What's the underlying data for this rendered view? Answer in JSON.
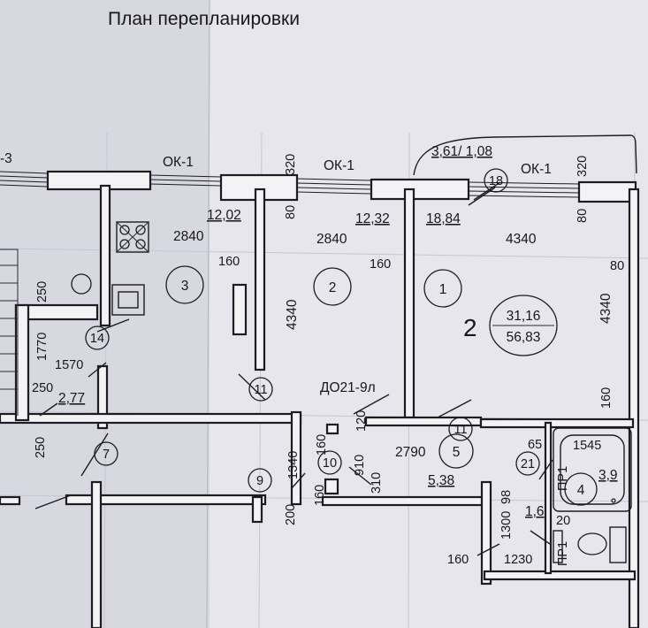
{
  "title": "План перепланировки",
  "window_labels": [
    "-3",
    "ОК-1",
    "ОК-1",
    "ОК-1"
  ],
  "dimensions": [
    "320",
    "80",
    "320",
    "80",
    "320",
    "80",
    "2840",
    "2840",
    "4340",
    "160",
    "160",
    "80",
    "4340",
    "4340",
    "250",
    "1770",
    "1570",
    "250",
    "250",
    "120",
    "160",
    "1340",
    "160",
    "910",
    "310",
    "200",
    "160",
    "2790",
    "65",
    "1545",
    "98",
    "1300",
    "160",
    "1230",
    "20"
  ],
  "areas": [
    "12,02",
    "12,32",
    "18,84",
    "3,61/ 1,08",
    "2,77",
    "5,38",
    "3,9",
    "1,6"
  ],
  "rooms": [
    "3",
    "2",
    "1",
    "14",
    "11",
    "18",
    "7",
    "10",
    "9",
    "5",
    "11",
    "4",
    "21"
  ],
  "apartment": {
    "number": "2",
    "living_area": "31,16",
    "total_area": "56,83"
  },
  "door_label": "ДО21-9л",
  "fixture_labels": [
    "ПР1",
    "ПР1"
  ]
}
